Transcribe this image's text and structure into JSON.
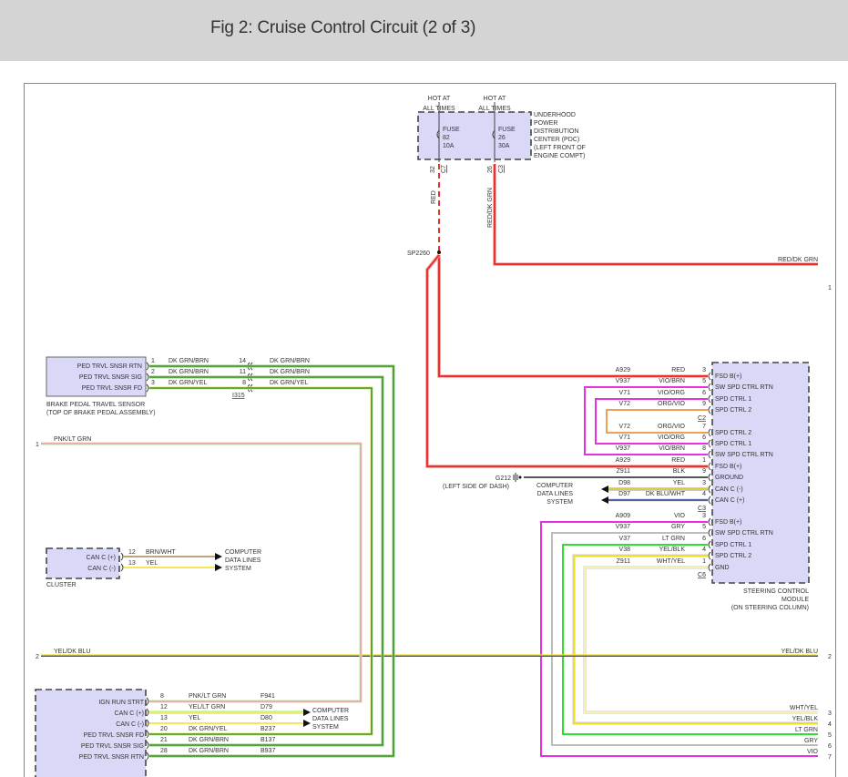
{
  "header": {
    "title": "Fig 2: Cruise Control Circuit (2 of 3)"
  },
  "pdc": {
    "hot1": [
      "HOT AT",
      "ALL TIMES"
    ],
    "hot2": [
      "HOT AT",
      "ALL TIMES"
    ],
    "fuse1": [
      "FUSE",
      "82",
      "10A"
    ],
    "fuse2": [
      "FUSE",
      "26",
      "30A"
    ],
    "label": [
      "UNDERHOOD",
      "POWER",
      "DISTRIBUTION",
      "CENTER (PDC)",
      "(LEFT FRONT OF",
      "ENGINE COMPT)"
    ],
    "pin1": "32",
    "conn1": "C7",
    "pin2": "26",
    "conn2": "C3",
    "wire1": "RED",
    "wire2": "RED/DK GRN"
  },
  "splice": "SP2260",
  "right_offpage": {
    "wire1": "RED/DK GRN",
    "num1": "1",
    "wire2": "YEL/DK BLU",
    "num2": "2"
  },
  "left_offpage": {
    "wire1": "PNK/LT GRN",
    "num1": "1",
    "wire2": "YEL/DK BLU",
    "num2": "2"
  },
  "bpts": {
    "pins": [
      "PED TRVL SNSR RTN",
      "PED TRVL SNSR SIG",
      "PED TRVL SNSR FD"
    ],
    "label": [
      "BRAKE PEDAL TRAVEL SENSOR",
      "(TOP OF BRAKE PEDAL ASSEMBLY)"
    ],
    "wires": [
      {
        "pin": "1",
        "color": "DK GRN/BRN",
        "pin2": "14",
        "color2": "DK GRN/BRN"
      },
      {
        "pin": "2",
        "color": "DK GRN/BRN",
        "pin2": "11",
        "color2": "DK GRN/BRN"
      },
      {
        "pin": "3",
        "color": "DK GRN/YEL",
        "pin2": "8",
        "color2": "DK GRN/YEL"
      }
    ],
    "connector": "I315"
  },
  "cluster": {
    "pins": [
      "CAN C (+)",
      "CAN C (-)"
    ],
    "label": "CLUSTER",
    "wires": [
      {
        "pin": "12",
        "color": "BRN/WHT"
      },
      {
        "pin": "13",
        "color": "YEL"
      }
    ],
    "dest": [
      "COMPUTER",
      "DATA LINES",
      "SYSTEM"
    ]
  },
  "scm": {
    "c2": [
      {
        "circuit": "A929",
        "color": "RED",
        "pin": "3",
        "name": "FSD B(+)"
      },
      {
        "circuit": "V937",
        "color": "VIO/BRN",
        "pin": "5",
        "name": "SW SPD CTRL RTN"
      },
      {
        "circuit": "V71",
        "color": "VIO/ORG",
        "pin": "6",
        "name": "SPD CTRL 1"
      },
      {
        "circuit": "V72",
        "color": "ORG/VIO",
        "pin": "9",
        "name": "SPD CTRL 2"
      }
    ],
    "c2_label": "C2",
    "c3": [
      {
        "circuit": "V72",
        "color": "ORG/VIO",
        "pin": "7",
        "name": "SPD CTRL 2"
      },
      {
        "circuit": "V71",
        "color": "VIO/ORG",
        "pin": "6",
        "name": "SPD CTRL 1"
      },
      {
        "circuit": "V937",
        "color": "VIO/BRN",
        "pin": "8",
        "name": "SW SPD CTRL RTN"
      },
      {
        "circuit": "A929",
        "color": "RED",
        "pin": "1",
        "name": "FSD B(+)"
      },
      {
        "circuit": "Z911",
        "color": "BLK",
        "pin": "9",
        "name": "GROUND"
      },
      {
        "circuit": "D98",
        "color": "YEL",
        "pin": "3",
        "name": "CAN C (-)"
      },
      {
        "circuit": "D97",
        "color": "DK BLU/WHT",
        "pin": "4",
        "name": "CAN C (+)"
      }
    ],
    "c3_label": "C3",
    "c6": [
      {
        "circuit": "A909",
        "color": "VIO",
        "pin": "3",
        "name": "FSD B(+)"
      },
      {
        "circuit": "V937",
        "color": "GRY",
        "pin": "5",
        "name": "SW SPD CTRL RTN"
      },
      {
        "circuit": "V37",
        "color": "LT GRN",
        "pin": "6",
        "name": "SPD CTRL 1"
      },
      {
        "circuit": "V38",
        "color": "YEL/BLK",
        "pin": "4",
        "name": "SPD CTRL 2"
      },
      {
        "circuit": "Z911",
        "color": "WHT/YEL",
        "pin": "1",
        "name": "GND"
      }
    ],
    "c6_label": "C6",
    "label": [
      "STEERING CONTROL",
      "MODULE",
      "(ON STEERING COLUMN)"
    ],
    "ground": "G212",
    "ground_loc": "(LEFT SIDE OF DASH)",
    "dest": [
      "COMPUTER",
      "DATA LINES",
      "SYSTEM"
    ]
  },
  "bottom_right": [
    {
      "color": "WHT/YEL",
      "num": "3"
    },
    {
      "color": "YEL/BLK",
      "num": "4"
    },
    {
      "color": "LT GRN",
      "num": "5"
    },
    {
      "color": "GRY",
      "num": "6"
    },
    {
      "color": "VIO",
      "num": "7"
    }
  ],
  "ecm": {
    "rows": [
      {
        "name": "IGN RUN STRT",
        "pin": "8",
        "color": "PNK/LT GRN",
        "circuit": "F941"
      },
      {
        "name": "CAN C (+)",
        "pin": "12",
        "color": "YEL/LT GRN",
        "circuit": "D79"
      },
      {
        "name": "CAN C (-)",
        "pin": "13",
        "color": "YEL",
        "circuit": "D80"
      },
      {
        "name": "PED TRVL SNSR FD",
        "pin": "20",
        "color": "DK GRN/YEL",
        "circuit": "B237"
      },
      {
        "name": "PED TRVL SNSR SIG",
        "pin": "21",
        "color": "DK GRN/BRN",
        "circuit": "B137"
      },
      {
        "name": "PED TRVL SNSR RTN",
        "pin": "28",
        "color": "DK GRN/BRN",
        "circuit": "B937"
      }
    ],
    "dest": [
      "COMPUTER",
      "DATA LINES",
      "SYSTEM"
    ]
  }
}
